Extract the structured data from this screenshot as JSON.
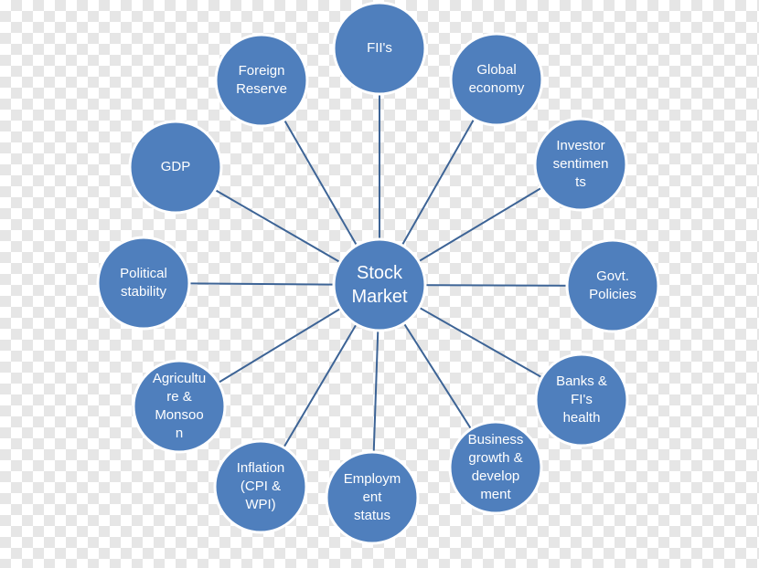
{
  "diagram": {
    "hub": {
      "label": "Stock\nMarket"
    },
    "nodes": [
      {
        "id": "fiis",
        "label": "FII's"
      },
      {
        "id": "global-economy",
        "label": "Global\neconomy"
      },
      {
        "id": "investor-sentiments",
        "label": "Investor\nsentimen\nts"
      },
      {
        "id": "govt-policies",
        "label": "Govt.\nPolicies"
      },
      {
        "id": "banks-fis-health",
        "label": "Banks &\nFI's\nhealth"
      },
      {
        "id": "business-growth",
        "label": "Business\ngrowth &\ndevelop\nment"
      },
      {
        "id": "employment-status",
        "label": "Employm\nent\nstatus"
      },
      {
        "id": "inflation",
        "label": "Inflation\n(CPI &\nWPI)"
      },
      {
        "id": "agriculture-monsoon",
        "label": "Agricultu\nre &\nMonsoo\nn"
      },
      {
        "id": "political-stability",
        "label": "Political\nstability"
      },
      {
        "id": "gdp",
        "label": "GDP"
      },
      {
        "id": "foreign-reserve",
        "label": "Foreign\nReserve"
      }
    ],
    "colors": {
      "node": "#4f7fbd",
      "line": "#3d6496",
      "text": "#ffffff"
    }
  }
}
